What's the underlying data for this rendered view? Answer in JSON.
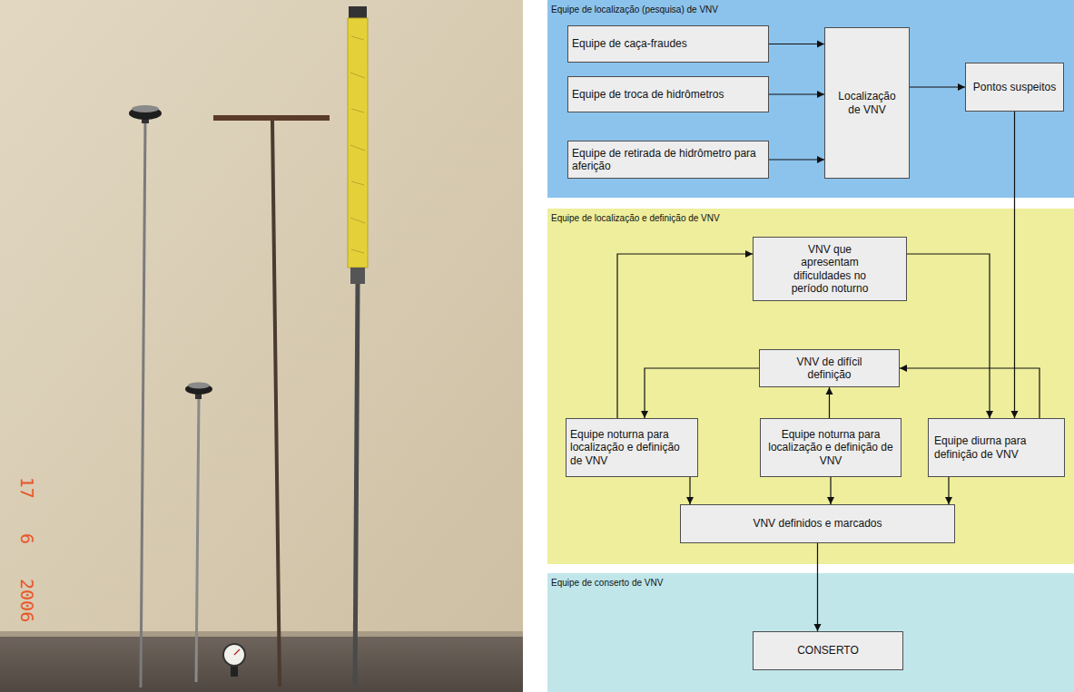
{
  "diagram": {
    "nodes": [
      {
        "text": [
          "Equipe de localização (pesquisa) de VNV"
        ]
      },
      {
        "text": [
          "Equipe de caça-fraudes"
        ],
        "in": 0
      },
      {
        "text": [
          "Equipe de troca de hidrômetros"
        ],
        "in": 0
      },
      {
        "text": [
          "Equipe de retirada de hidrômetro para aferição"
        ],
        "in": 0
      },
      {
        "text": [
          "Localização de VNV"
        ],
        "in": 0
      },
      {
        "text": [
          "Pontos suspeitos"
        ],
        "in": 0
      },
      {
        "text": [
          "Equipe de localização e definição de VNV"
        ]
      },
      {
        "text": [
          "VNV que apresentam dificuldades no período noturno"
        ],
        "in": 6
      },
      {
        "text": [
          "VNV de difícil definição"
        ],
        "in": 6
      },
      {
        "text": [
          "Equipe noturna para localização e definição de VNV"
        ],
        "in": 6
      },
      {
        "text": [
          "Equipe noturna para localização e definição de VNV"
        ],
        "in": 6
      },
      {
        "text": [
          "Equipe diurna para definição de VNV"
        ],
        "in": 6
      },
      {
        "text": [
          "VNV definidos e marcados"
        ],
        "in": 6
      },
      {
        "text": [
          "Equipe de conserto de VNV"
        ]
      },
      {
        "text": [
          "CONSERTO"
        ],
        "in": 13
      }
    ],
    "edges": [
      {
        "from": 1,
        "to": 4,
        "arrow": "to"
      },
      {
        "from": 2,
        "to": 4,
        "arrow": "to"
      },
      {
        "from": 3,
        "to": 4,
        "arrow": "to"
      },
      {
        "from": 4,
        "to": 5,
        "arrow": "to"
      },
      {
        "from": 5,
        "to": 11,
        "arrow": "to"
      },
      {
        "from": 9,
        "to": 7,
        "arrow": "to"
      },
      {
        "from": 7,
        "to": 11,
        "arrow": "to"
      },
      {
        "from": 8,
        "to": 9,
        "arrow": "to"
      },
      {
        "from": 10,
        "to": 8,
        "arrow": "to"
      },
      {
        "from": 11,
        "to": 8,
        "arrow": "to"
      },
      {
        "from": 9,
        "to": 12,
        "arrow": "to"
      },
      {
        "from": 10,
        "to": 12,
        "arrow": "to"
      },
      {
        "from": 11,
        "to": 12,
        "arrow": "to"
      },
      {
        "from": 12,
        "to": 14,
        "arrow": "to"
      }
    ],
    "labels": [
      "17 6 2006"
    ]
  }
}
